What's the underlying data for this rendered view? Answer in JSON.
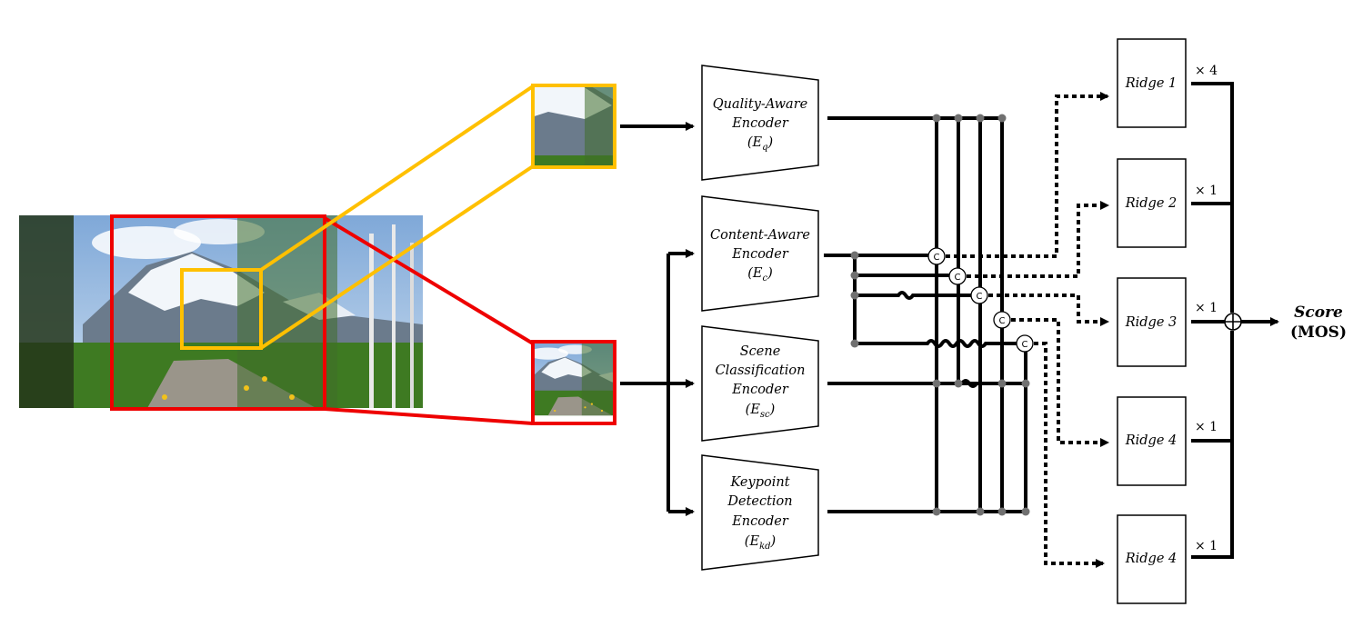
{
  "encoders": [
    {
      "name": "Quality-Aware Encoder",
      "line1": "Quality-Aware",
      "line2": "Encoder",
      "symbol_base": "E",
      "symbol_sub": "q"
    },
    {
      "name": "Content-Aware Encoder",
      "line1": "Content-Aware",
      "line2": "Encoder",
      "symbol_base": "E",
      "symbol_sub": "c"
    },
    {
      "name": "Scene Classification Encoder",
      "line1": "Scene",
      "line2": "Classification",
      "line3": "Encoder",
      "symbol_base": "E",
      "symbol_sub": "sc"
    },
    {
      "name": "Keypoint Detection Encoder",
      "line1": "Keypoint",
      "line2": "Detection",
      "line3": "Encoder",
      "symbol_base": "E",
      "symbol_sub": "kd"
    }
  ],
  "concat_symbol": "C",
  "ridges": [
    {
      "label": "Ridge 1",
      "multiplier": "× 4"
    },
    {
      "label": "Ridge 2",
      "multiplier": "× 1"
    },
    {
      "label": "Ridge 3",
      "multiplier": "× 1"
    },
    {
      "label": "Ridge 4",
      "multiplier": "× 1"
    },
    {
      "label": "Ridge 4",
      "multiplier": "× 1"
    }
  ],
  "sum_symbol": "⊕",
  "output": {
    "line1": "Score",
    "line2": "(MOS)"
  },
  "colors": {
    "patch_quality": "#ffc000",
    "patch_content": "#ee0000",
    "lines": "#000000",
    "junction_dot": "#707070"
  }
}
